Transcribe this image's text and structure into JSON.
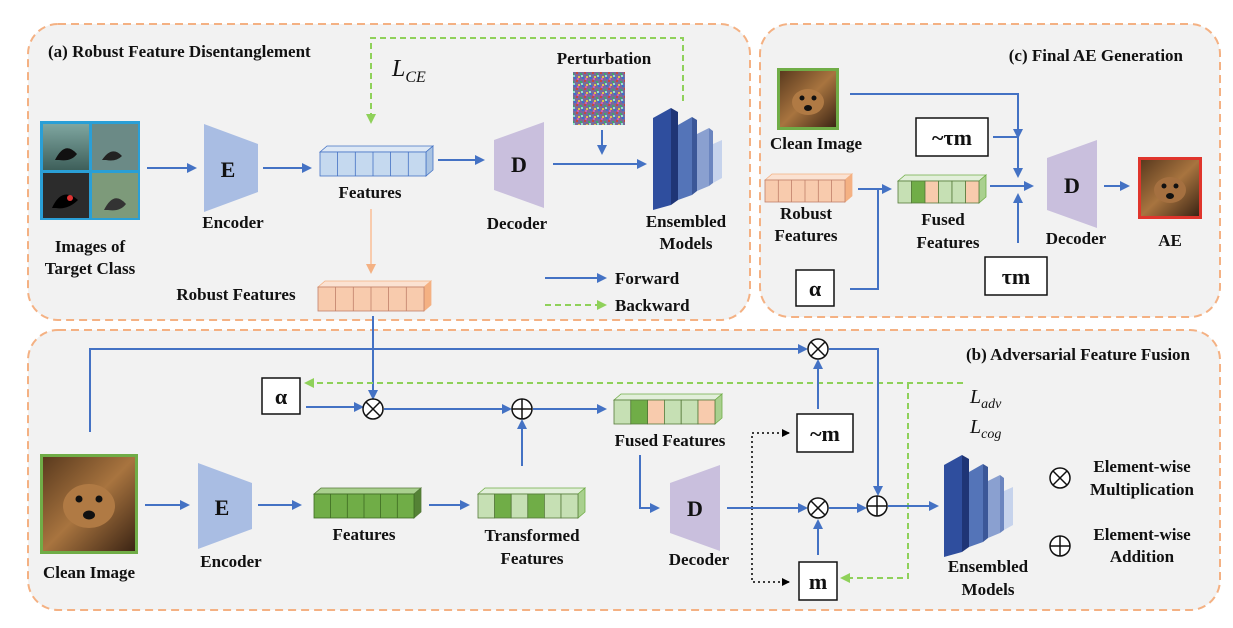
{
  "colors": {
    "forward": "#4472c4",
    "backward": "#8fd15a",
    "panel_border": "#f4b183",
    "panel_fill": "#f2f2f2",
    "feature_blue": "#c5d9ef",
    "feature_orange": "#f8cbad",
    "feature_green": "#70ad47",
    "feature_light_green": "#c6e0b4",
    "encoder_fill": "#a9bde3",
    "decoder_fill": "#c9bfdd",
    "ae_border": "#e0352c",
    "image_border_blue": "#2a9fd6",
    "image_border_green": "#70ad47"
  },
  "panel_a": {
    "title": "(a) Robust Feature Disentanglement",
    "images_label_1": "Images of",
    "images_label_2": "Target Class",
    "encoder_letter": "E",
    "encoder_label": "Encoder",
    "features_label": "Features",
    "decoder_letter": "D",
    "decoder_label": "Decoder",
    "perturbation_label": "Perturbation",
    "models_label_1": "Ensembled",
    "models_label_2": "Models",
    "loss_main": "L",
    "loss_sub": "CE",
    "robust_label": "Robust Features",
    "legend_forward": "Forward",
    "legend_backward": "Backward"
  },
  "panel_b": {
    "title": "(b) Adversarial Feature Fusion",
    "clean_label": "Clean Image",
    "encoder_letter": "E",
    "encoder_label": "Encoder",
    "features_label": "Features",
    "transformed_label_1": "Transformed",
    "transformed_label_2": "Features",
    "fused_label": "Fused Features",
    "decoder_letter": "D",
    "decoder_label": "Decoder",
    "alpha": "α",
    "not_m": "~m",
    "m": "m",
    "loss_adv_main": "L",
    "loss_adv_sub": "adv",
    "loss_cog_main": "L",
    "loss_cog_sub": "cog",
    "models_label_1": "Ensembled",
    "models_label_2": "Models",
    "mult_label_1": "Element-wise",
    "mult_label_2": "Multiplication",
    "add_label_1": "Element-wise",
    "add_label_2": "Addition"
  },
  "panel_c": {
    "title": "(c) Final AE Generation",
    "clean_label": "Clean Image",
    "robust_label_1": "Robust",
    "robust_label_2": "Features",
    "fused_label_1": "Fused",
    "fused_label_2": "Features",
    "not_tau_m": "~τm",
    "tau_m": "τm",
    "alpha": "α",
    "decoder_letter": "D",
    "decoder_label": "Decoder",
    "ae_label": "AE"
  }
}
